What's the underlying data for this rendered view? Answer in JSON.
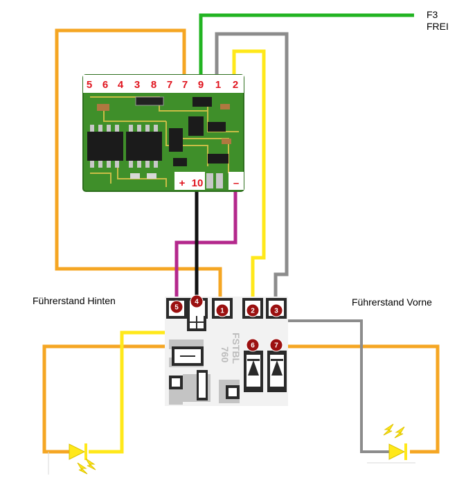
{
  "decoder": {
    "top_pins": [
      "5",
      "6",
      "4",
      "3",
      "8",
      "7",
      "7",
      "9",
      "1",
      "2"
    ],
    "bottom_pins": [
      "+",
      "10",
      "–"
    ]
  },
  "function_label": {
    "line1": "F3",
    "line2": "FREI"
  },
  "labels": {
    "rear": "Führerstand Hinten",
    "front": "Führerstand Vorne"
  },
  "board": {
    "pads_top": [
      "5",
      "4",
      "1",
      "2",
      "3"
    ],
    "pads_bottom": [
      "6",
      "7"
    ],
    "silk_text": "FSTBL",
    "silk_num": "760"
  },
  "colors": {
    "orange": "#f5a623",
    "green": "#22b422",
    "gray": "#8c8c8c",
    "yellow": "#ffe81a",
    "magenta": "#b4288c",
    "black": "#111111",
    "pad_red": "#9b1010",
    "pcb_green": "#3f8f2a"
  }
}
